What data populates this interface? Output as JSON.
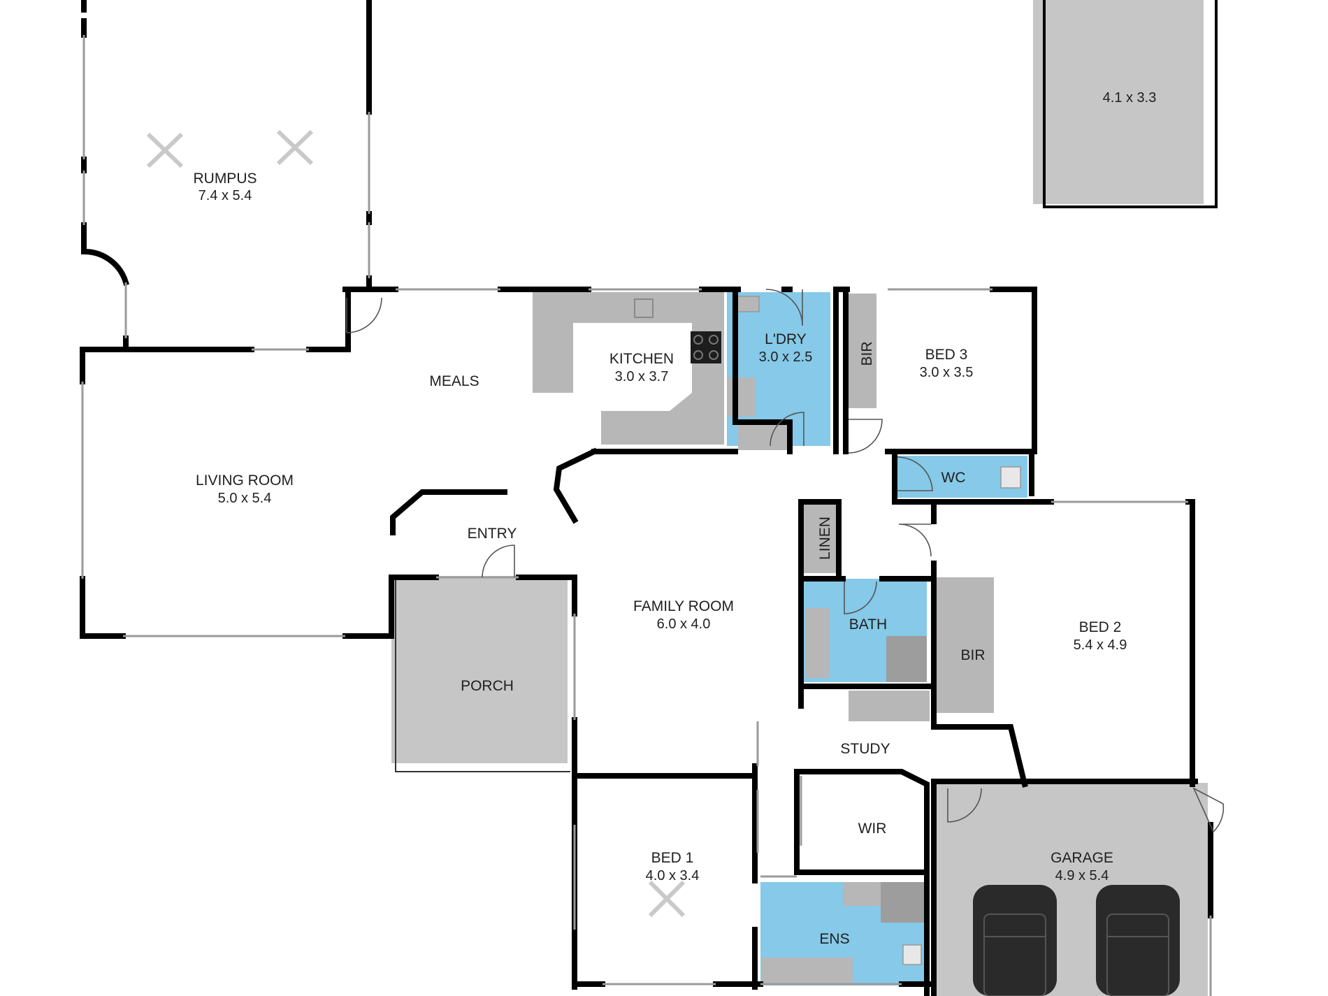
{
  "rooms": {
    "rumpus": {
      "name": "RUMPUS",
      "dims": "7.4 x 5.4"
    },
    "shed": {
      "dims": "4.1 x 3.3"
    },
    "meals": {
      "name": "MEALS"
    },
    "kitchen": {
      "name": "KITCHEN",
      "dims": "3.0 x 3.7"
    },
    "laundry": {
      "name": "L'DRY",
      "dims": "3.0 x 2.5"
    },
    "bir3": {
      "name": "BIR"
    },
    "bed3": {
      "name": "BED 3",
      "dims": "3.0 x 3.5"
    },
    "wc": {
      "name": "WC"
    },
    "living": {
      "name": "LIVING ROOM",
      "dims": "5.0 x 5.4"
    },
    "entry": {
      "name": "ENTRY"
    },
    "linen": {
      "name": "LINEN"
    },
    "family": {
      "name": "FAMILY ROOM",
      "dims": "6.0 x 4.0"
    },
    "bath": {
      "name": "BATH"
    },
    "bir2": {
      "name": "BIR"
    },
    "bed2": {
      "name": "BED 2",
      "dims": "5.4 x 4.9"
    },
    "porch": {
      "name": "PORCH"
    },
    "study": {
      "name": "STUDY"
    },
    "wir": {
      "name": "WIR"
    },
    "bed1": {
      "name": "BED 1",
      "dims": "4.0 x 3.4"
    },
    "garage": {
      "name": "GARAGE",
      "dims": "4.9 x 5.4"
    },
    "ens": {
      "name": "ENS"
    }
  },
  "colors": {
    "wall": "#000000",
    "wet_area": "#86c9e8",
    "fixture": "#b7b7b7",
    "outdoor": "#c6c6c6"
  },
  "icons": [
    "ceiling-fan-icon",
    "car-icon",
    "door-swing-icon"
  ]
}
